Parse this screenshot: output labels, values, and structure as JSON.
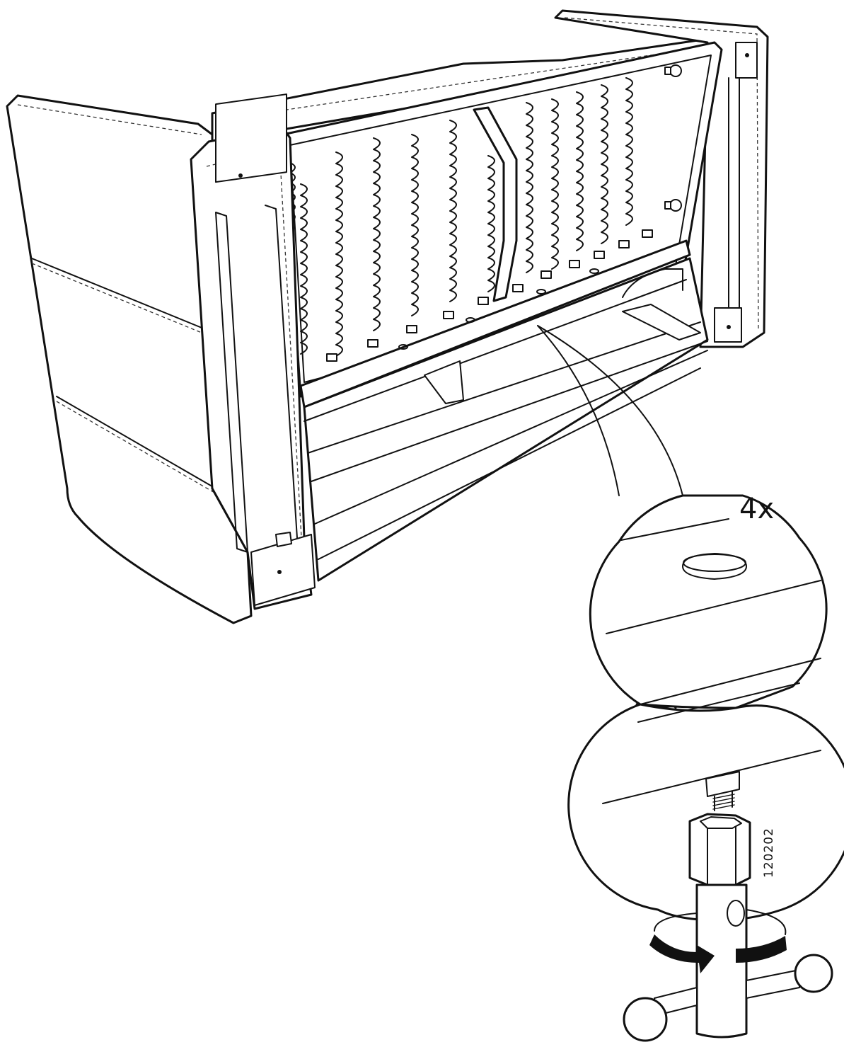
{
  "figure": {
    "quantity_label": "4x",
    "part_code": "120202"
  },
  "icons": {
    "sofa": "sofa-underside-illustration",
    "magnifier": "detail-callout-circles",
    "wrench": "socket-wrench-icon",
    "rotation": "rotate-arrow-icon"
  },
  "colors": {
    "line": "#111111",
    "background": "#ffffff"
  }
}
